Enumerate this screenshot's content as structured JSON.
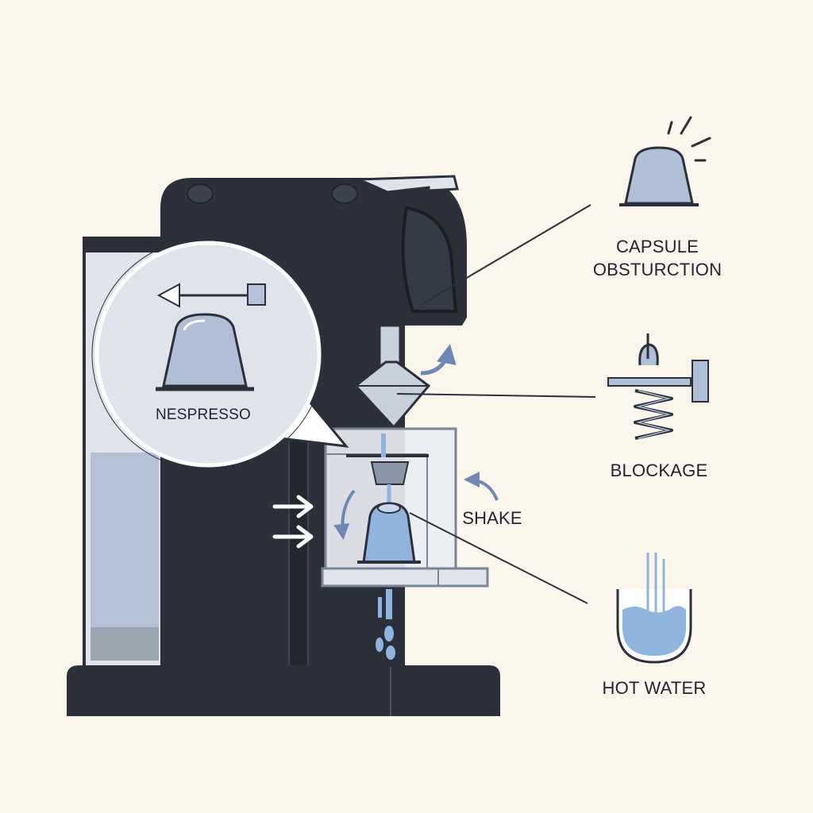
{
  "labels": {
    "capsule_line1": "CAPSULE",
    "capsule_line2": "OBSTURCTION",
    "blockage": "BLOCKAGE",
    "shake": "SHAKE",
    "hot_water": "HOT WATER",
    "brand": "NESPRESSO"
  },
  "colors": {
    "background": "#fbf6ec",
    "machine_body": "#2b303a",
    "panel_light": "#dfe4ec",
    "capsule_blue": "#aebfd6",
    "water_blue": "#8fb4dd",
    "outline": "#2b303a"
  },
  "icons": {
    "capsule": "capsule-icon",
    "spring": "spring-icon",
    "bowl": "hot-water-bowl-icon",
    "arrow": "arrow-icon"
  }
}
